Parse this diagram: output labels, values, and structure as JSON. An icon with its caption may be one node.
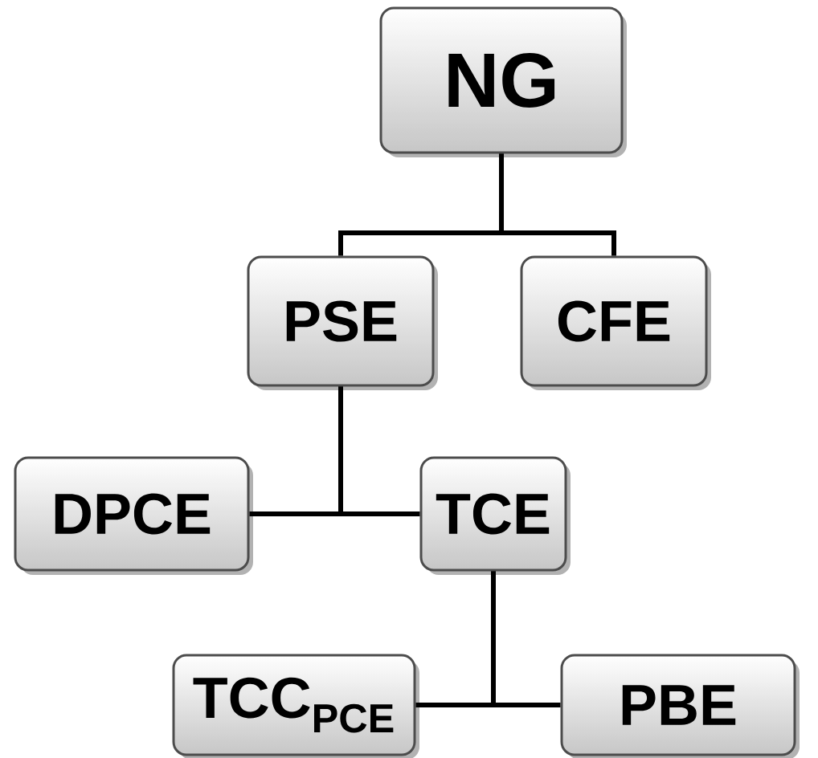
{
  "diagram": {
    "nodes": [
      {
        "text": [
          "NG"
        ]
      },
      {
        "text": [
          "PSE"
        ]
      },
      {
        "text": [
          "CFE"
        ]
      },
      {
        "text": [
          "DPCE"
        ]
      },
      {
        "text": [
          "TCE"
        ]
      },
      {
        "text": [
          "TCC$_{PCE}$"
        ]
      },
      {
        "text": [
          "PBE"
        ]
      }
    ],
    "edges": [
      {
        "from": 0,
        "to": 1,
        "arrow": "none"
      },
      {
        "from": 0,
        "to": 2,
        "arrow": "none"
      },
      {
        "from": 1,
        "to": 3,
        "arrow": "none"
      },
      {
        "from": 1,
        "to": 4,
        "arrow": "none"
      },
      {
        "from": 4,
        "to": 5,
        "arrow": "none"
      },
      {
        "from": 4,
        "to": 6,
        "arrow": "none"
      }
    ]
  }
}
